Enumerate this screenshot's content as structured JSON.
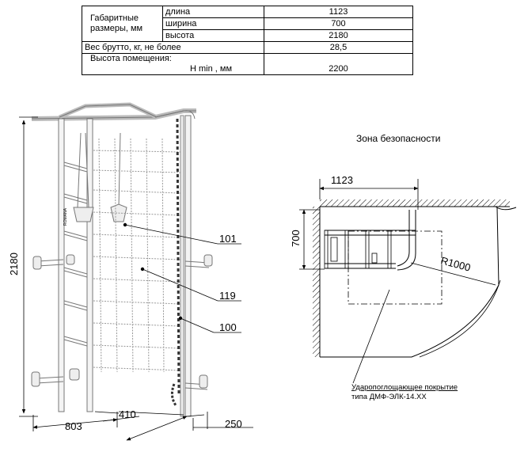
{
  "table": {
    "group_label": "Габаритные размеры, мм",
    "rows": [
      {
        "label": "длина",
        "value": "1123"
      },
      {
        "label": "ширина",
        "value": "700"
      },
      {
        "label": "высота",
        "value": "2180"
      }
    ],
    "weight": {
      "label": "Вес брутто, кг, не более",
      "value": "28,5"
    },
    "room": {
      "label": "Высота помещения:",
      "sublabel": "H min , мм",
      "value": "2200"
    }
  },
  "left_drawing": {
    "brand": "ROMANA",
    "height": "2180",
    "width_front": "803",
    "depth": "410",
    "offset": "250",
    "callouts": [
      "101",
      "119",
      "100"
    ]
  },
  "right_drawing": {
    "title": "Зона безопасности",
    "length": "1123",
    "width": "700",
    "radius": "R1000",
    "note_line1": "Ударопоглощающее покрытие",
    "note_line2": "типа ДМФ-ЭЛК-14.ХХ"
  }
}
